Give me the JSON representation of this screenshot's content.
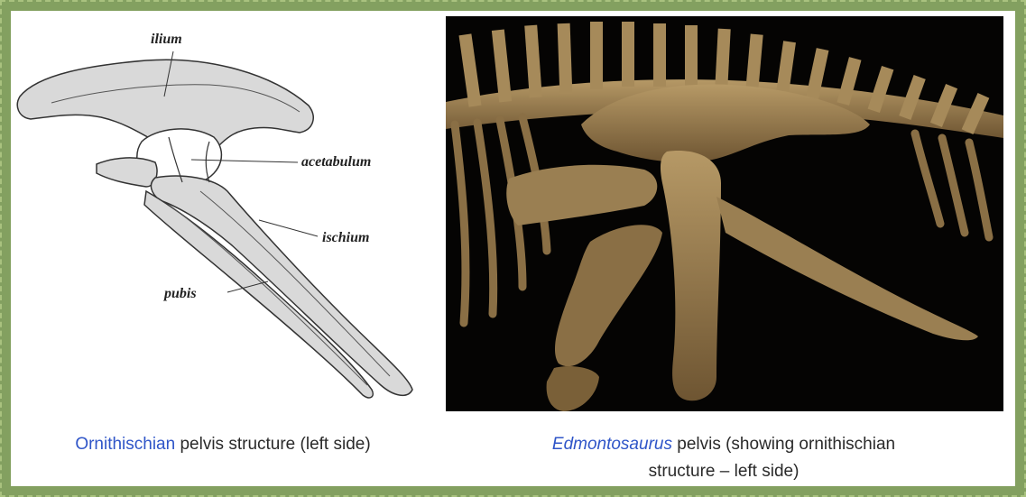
{
  "left_figure": {
    "labels": {
      "ilium": "ilium",
      "acetabulum": "acetabulum",
      "ischium": "ischium",
      "pubis": "pubis"
    },
    "caption": {
      "link": "Ornithischian",
      "rest": " pelvis structure (left side)"
    }
  },
  "right_figure": {
    "caption": {
      "link": "Edmontosaurus",
      "rest": " pelvis (showing ornithischian",
      "line2": "structure – left side)"
    }
  },
  "colors": {
    "border": "#83a060",
    "link": "#2f55c8",
    "bone_fill": "#d9d9d9",
    "photo_bg": "#050403",
    "fossil": "#8a6f45"
  }
}
